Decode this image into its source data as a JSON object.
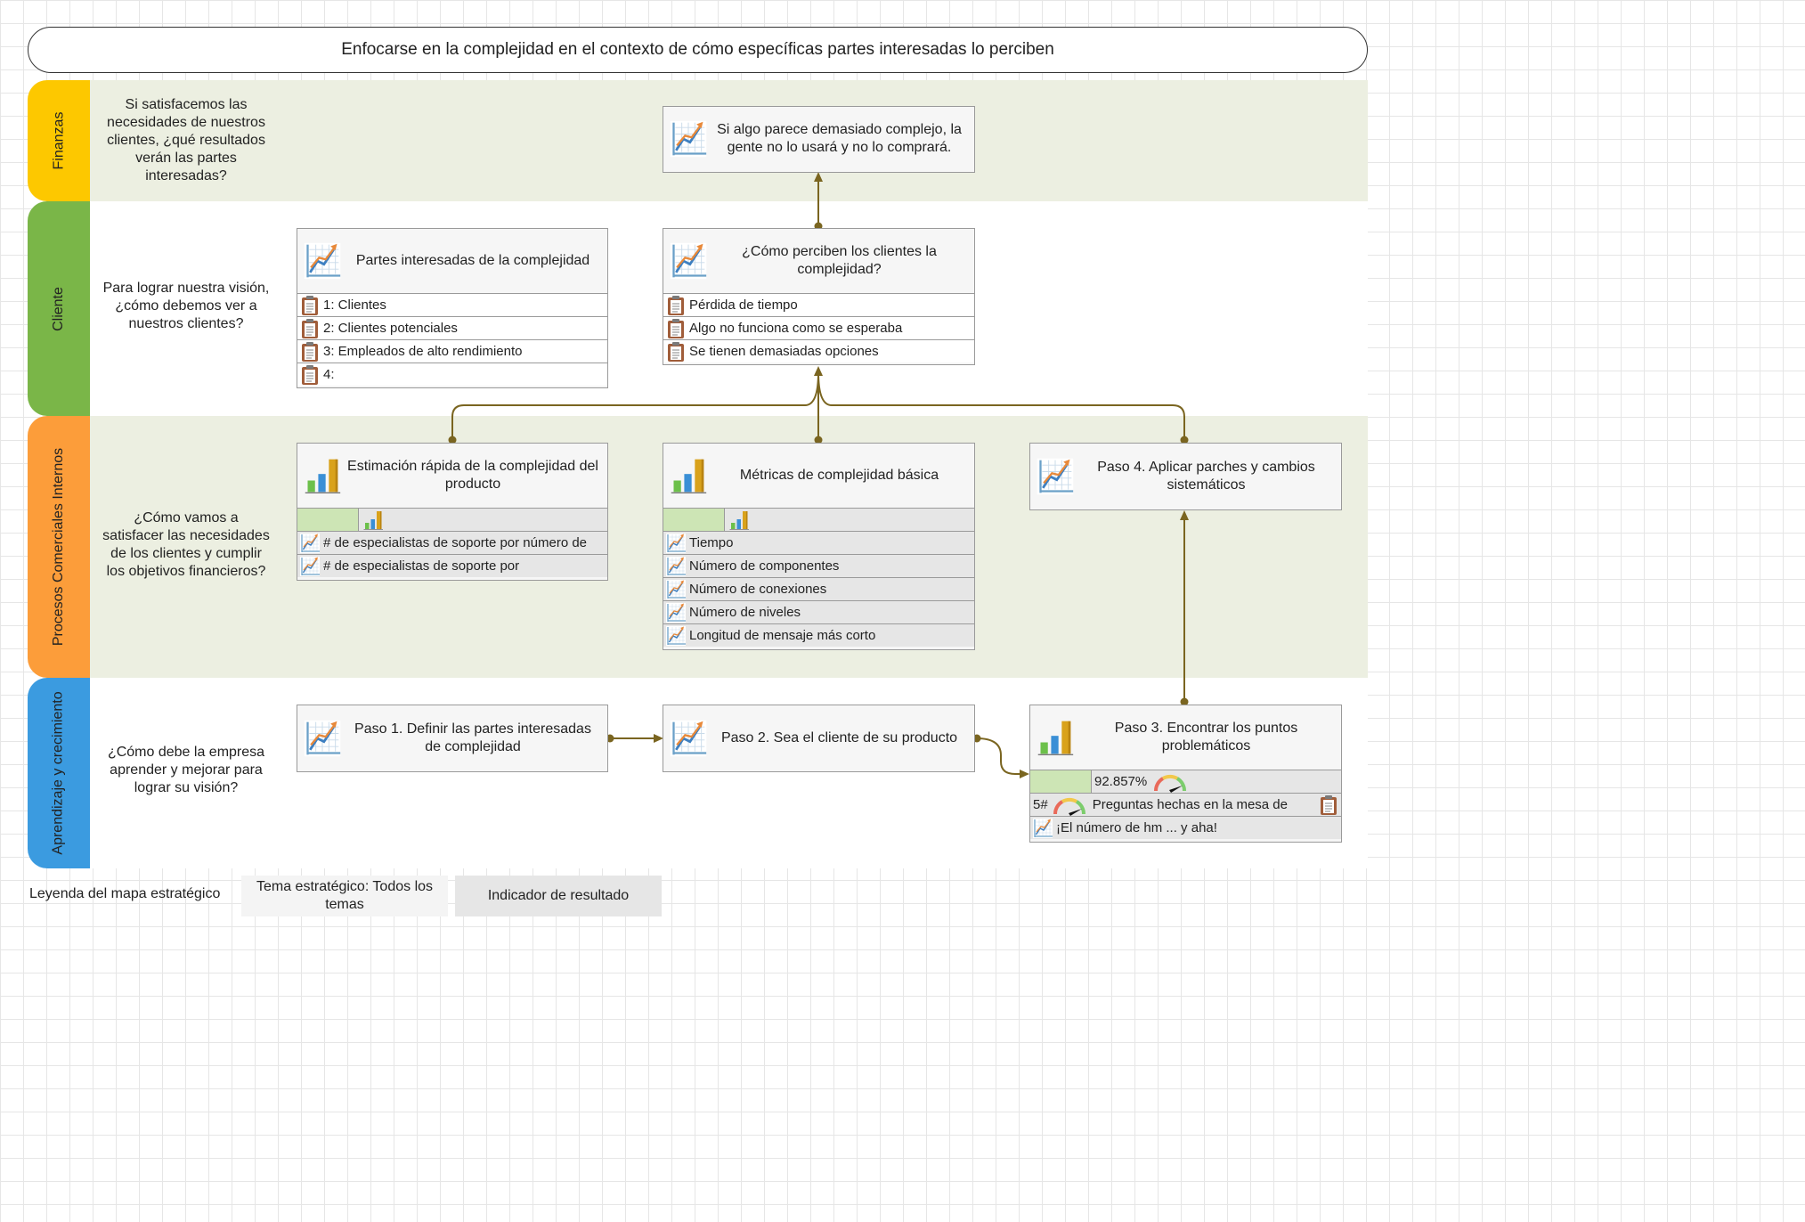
{
  "title": "Enfocarse en la complejidad en el contexto de cómo específicas partes interesadas lo perciben",
  "colors": {
    "finanzas": "#fdc800",
    "cliente": "#7ab648",
    "procesos": "#fc9d3a",
    "aprendizaje": "#3b9be0",
    "band_shaded": "#ecefe1",
    "connector": "#7a6520"
  },
  "perspectives": [
    {
      "label": "Finanzas",
      "question": "Si satisfacemos las necesidades de nuestros clientes, ¿qué resultados verán las partes interesadas?"
    },
    {
      "label": "Cliente",
      "question": "Para lograr nuestra visión, ¿cómo debemos ver a nuestros clientes?"
    },
    {
      "label": "Procesos Comerciales Internos",
      "question": "¿Cómo vamos a satisfacer las necesidades de los clientes y cumplir los objetivos financieros?"
    },
    {
      "label": "Aprendizaje y crecimiento",
      "question": "¿Cómo debe la empresa aprender y mejorar para lograr su visión?"
    }
  ],
  "cards": {
    "finanzas_goal": {
      "title": "Si algo parece demasiado complejo, la gente no lo usará y no lo comprará.",
      "icon": "trend-chart-icon"
    },
    "stakeholders": {
      "title": "Partes interesadas de la complejidad",
      "icon": "trend-chart-icon",
      "rows": [
        "1: Clientes",
        "2: Clientes potenciales",
        "3: Empleados de alto rendimiento",
        "4:"
      ]
    },
    "customer_perception": {
      "title": "¿Cómo perciben los clientes la complejidad?",
      "icon": "trend-chart-icon",
      "rows": [
        "Pérdida de tiempo",
        "Algo no funciona como se esperaba",
        "Se tienen demasiadas opciones"
      ]
    },
    "quick_estimate": {
      "title": "Estimación rápida de la complejidad del producto",
      "icon": "bar-chart-icon",
      "rows": [
        "# de especialistas de soporte por número de",
        "# de especialistas de soporte por"
      ]
    },
    "basic_metrics": {
      "title": "Métricas de complejidad básica",
      "icon": "bar-chart-icon",
      "rows": [
        "Tiempo",
        "Número de componentes",
        "Número de conexiones",
        "Número de niveles",
        "Longitud de mensaje más corto"
      ]
    },
    "step4": {
      "title": "Paso 4. Aplicar parches y cambios sistemáticos",
      "icon": "trend-chart-icon"
    },
    "step1": {
      "title": "Paso 1. Definir las partes interesadas de complejidad",
      "icon": "trend-chart-icon"
    },
    "step2": {
      "title": "Paso 2. Sea el cliente de su producto",
      "icon": "trend-chart-icon"
    },
    "step3": {
      "title": "Paso 3. Encontrar los puntos problemáticos",
      "icon": "bar-chart-icon",
      "progress_text": "92.857%",
      "progress_value": 92.857,
      "indicator_count": "5#",
      "indicator_text": "Preguntas hechas en la mesa de",
      "measure_text": "¡El número de hm ... y aha!"
    }
  },
  "legend": {
    "label": "Leyenda del mapa estratégico",
    "theme": "Tema estratégico: Todos los temas",
    "indicator": "Indicador de resultado"
  }
}
